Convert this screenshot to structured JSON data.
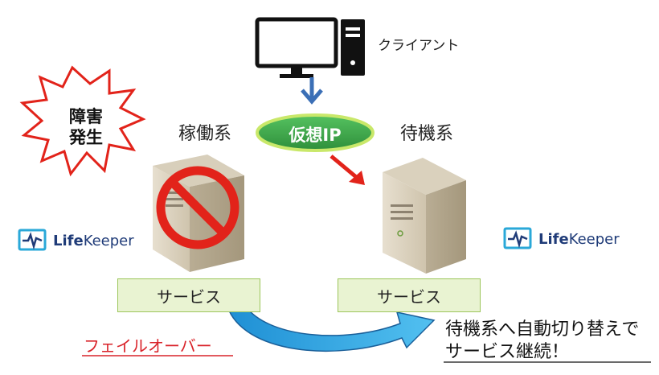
{
  "client": {
    "label": "クライアント",
    "icon": "desktop-computer-icon"
  },
  "virtual_ip": {
    "label": "仮想IP",
    "color": "#3aa64a"
  },
  "active_node": {
    "label": "稼働系",
    "service": "サービス",
    "icon": "server-tower-icon"
  },
  "standby_node": {
    "label": "待機系",
    "service": "サービス",
    "icon": "server-tower-icon"
  },
  "incident": {
    "line1": "障害",
    "line2": "発生",
    "color": "#e2231a"
  },
  "logos": {
    "brand_life": "Life",
    "brand_keeper": "Keeper"
  },
  "failover": {
    "label": "フェイルオーバー",
    "color": "#d9232a"
  },
  "message": {
    "line1": "待機系へ自動切り替えで",
    "line2": "サービス継続！"
  },
  "colors": {
    "arrow_blue": "#3b6fb6",
    "arrow_red": "#e2231a",
    "failover_arrow": "#29a3e0",
    "service_bg": "#e9f3d2",
    "service_border": "#9cc65b"
  }
}
